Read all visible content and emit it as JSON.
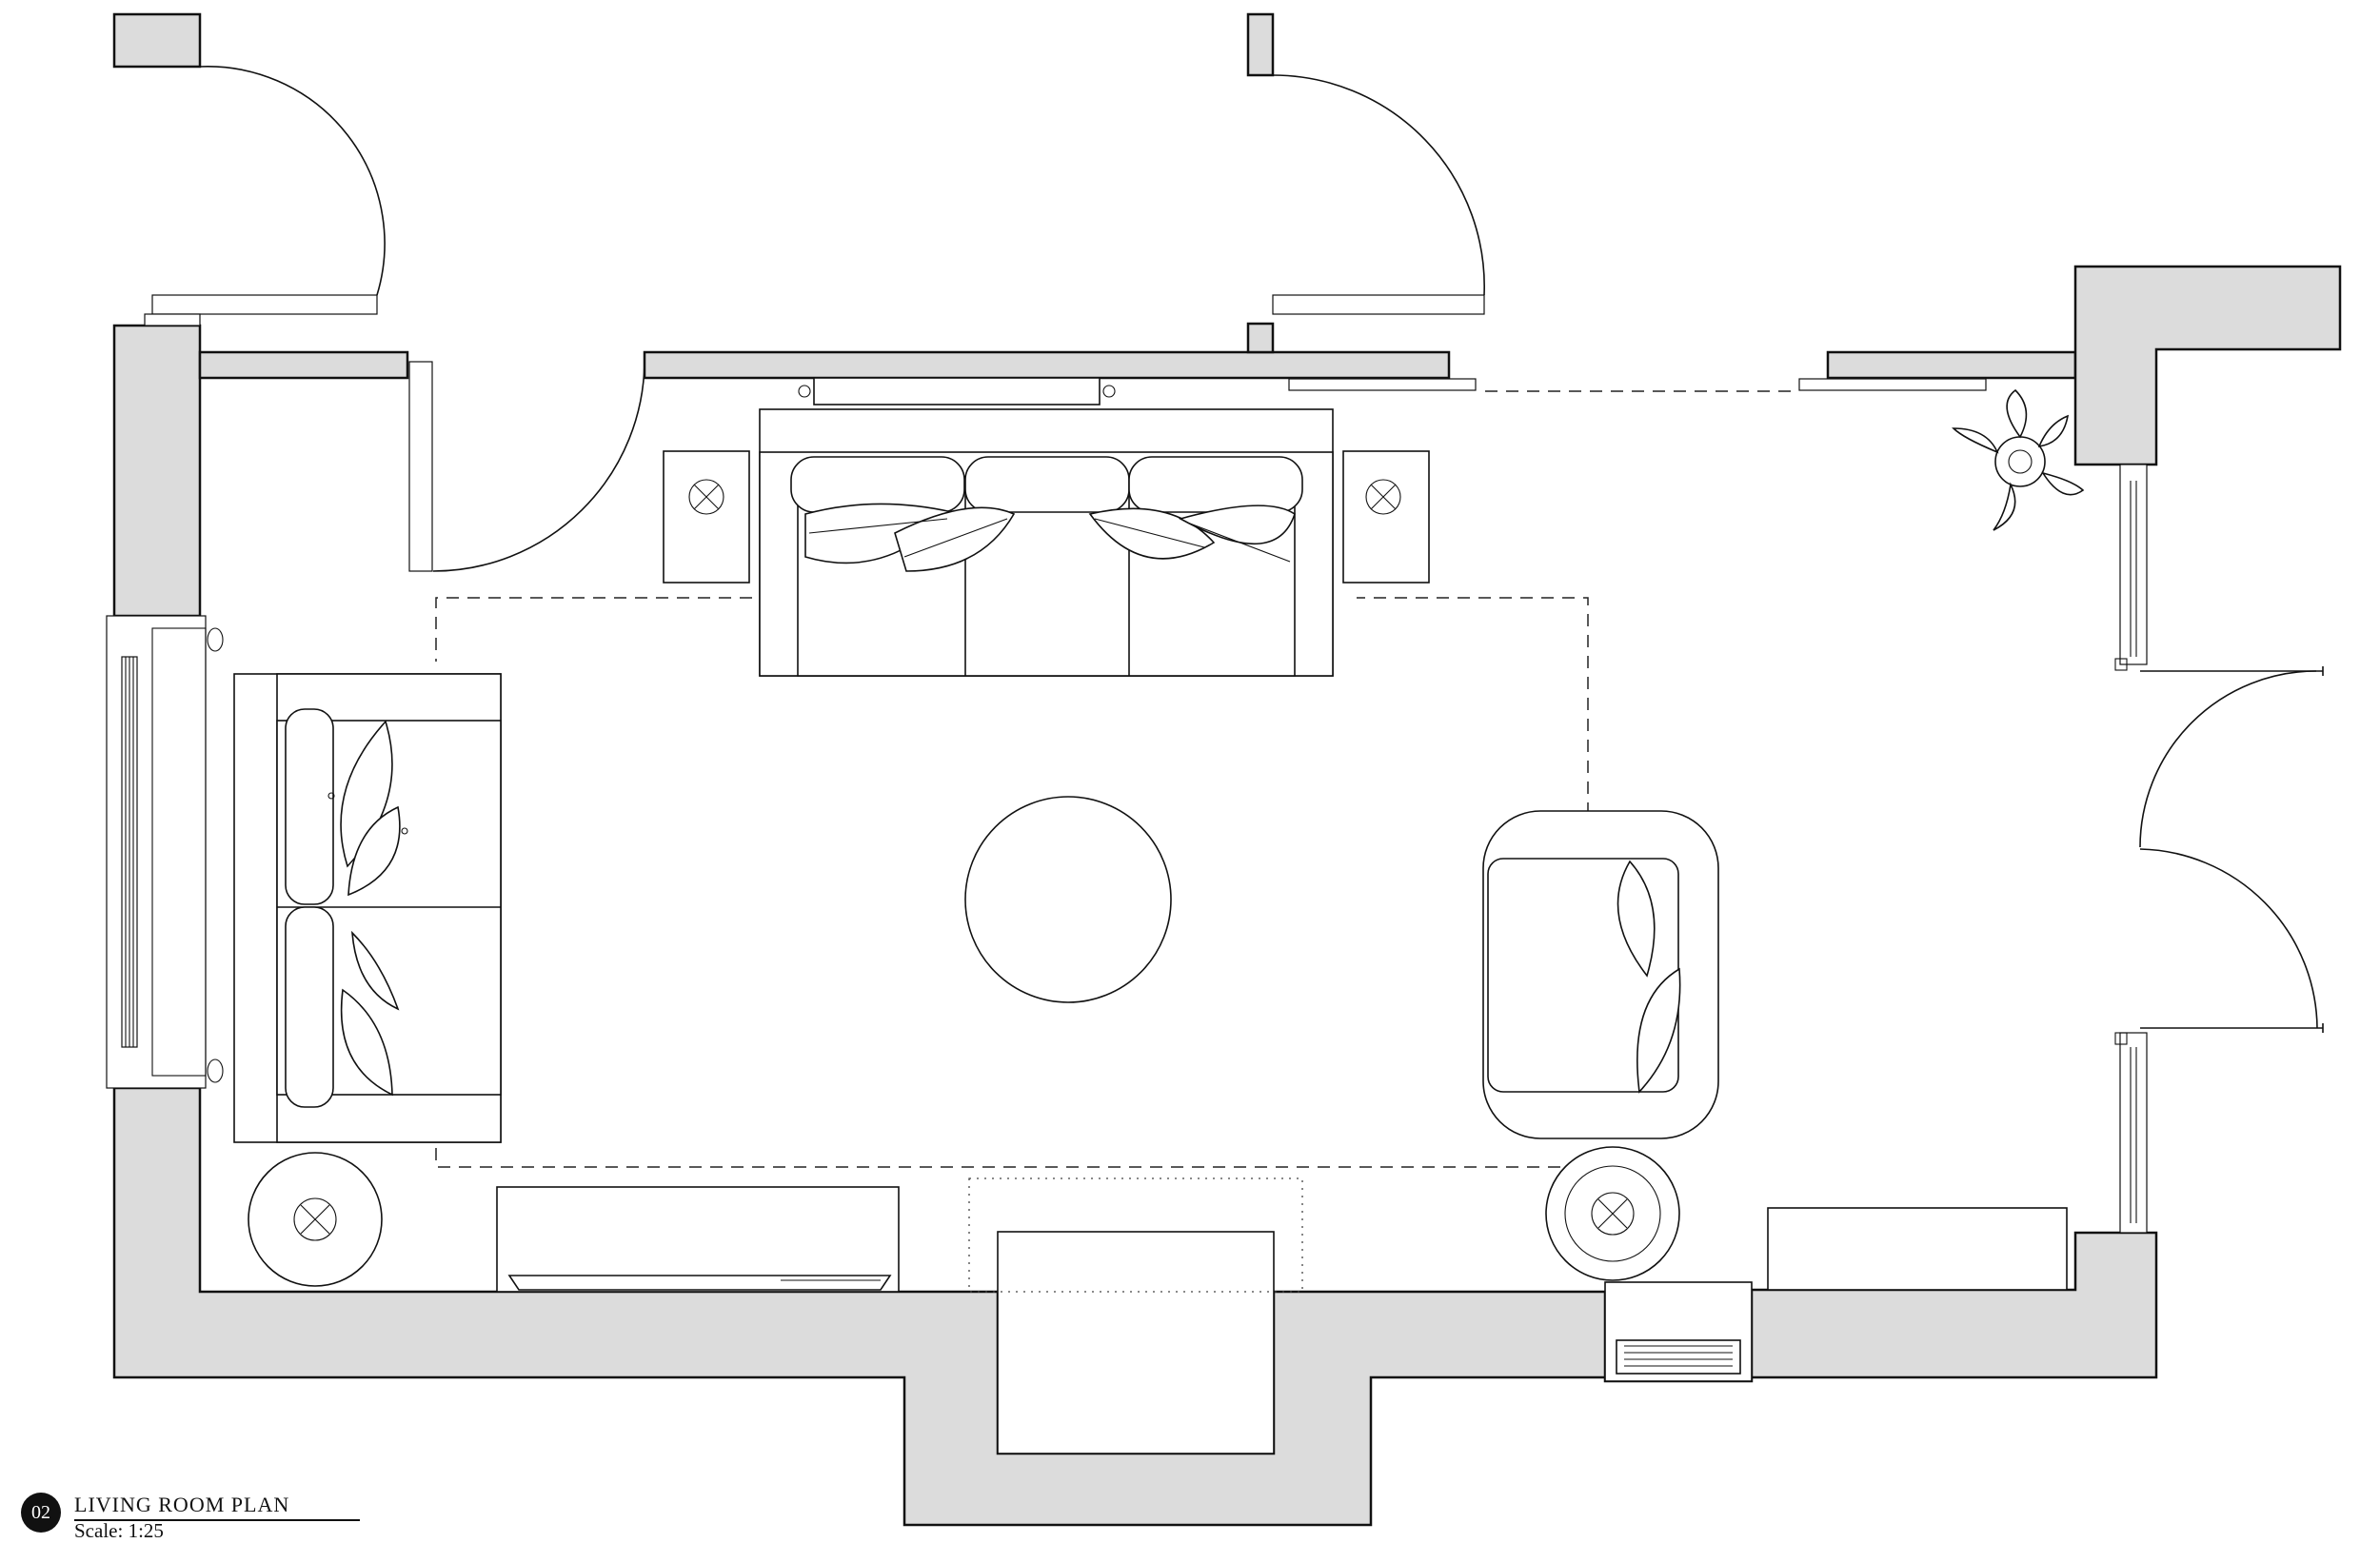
{
  "drawing": {
    "sheet_number": "02",
    "title": "LIVING ROOM PLAN",
    "scale_label": "Scale:",
    "scale_value": "1:25"
  },
  "colors": {
    "wall_fill": "#dcdcdc",
    "line": "#111111",
    "background": "#ffffff"
  },
  "icons": {
    "sheet_badge": "filled-circle-badge",
    "lamp": "circle-with-x-icon",
    "plant": "potted-plant-icon"
  }
}
